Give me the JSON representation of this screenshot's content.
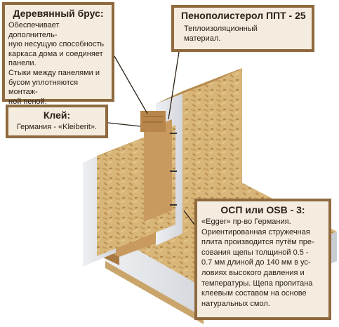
{
  "callouts": {
    "brus": {
      "title": "Деревянный брус:",
      "lines": [
        "Обеспечивает дополнитель-",
        "ную несущую способность",
        "каркаса дома и соединяет",
        "панели.",
        "Стыки между панелями и",
        "бусом уплотняются монтаж-",
        "ной пеной."
      ]
    },
    "glue": {
      "title": "Клей:",
      "text": "Германия - «Kleiberit»."
    },
    "pps": {
      "title": "Пенополистерол  ППТ - 25",
      "lines": [
        "Теплоизоляционный",
        "материал."
      ]
    },
    "osb": {
      "title": "ОСП или OSB - 3:",
      "lines": [
        "«Egger» пр-во Германия.",
        "Ориентированная стружечная",
        "плита производится путём пре-",
        "сования щепы толщиной 0.5 -",
        "0.7 мм длиной до 140 мм в ус-",
        "ловиях высокого давления и",
        "температуры. Щепа пропитана",
        "клеевым составом на основе",
        "натуральных смол."
      ]
    }
  },
  "colors": {
    "callout_border": "#8f6a3f",
    "callout_fill": "#f4ecdf",
    "osb": "#d9b77a",
    "foam": "#e4e6ea",
    "beam": "#c99a5f"
  },
  "icons": [
    "sip-panel-illustration"
  ]
}
